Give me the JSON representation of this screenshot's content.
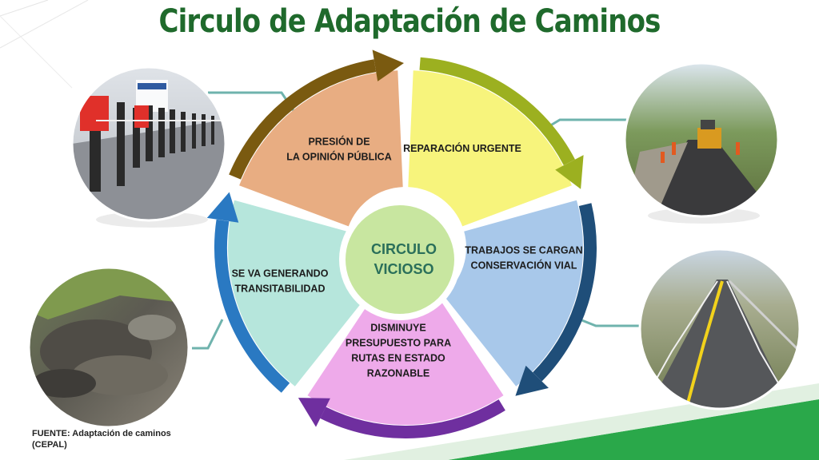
{
  "title": "Circulo de Adaptación de Caminos",
  "center": {
    "line1": "CIRCULO",
    "line2": "VICIOSO"
  },
  "segments": [
    {
      "lines": [
        "PRESIÓN DE",
        "LA OPINIÓN PÚBLICA"
      ],
      "fill": "#f7f47c",
      "arrow": "#9cb020"
    },
    {
      "lines": [
        "REPARACIÓN URGENTE"
      ],
      "fill": "#a8c8ea",
      "arrow": "#1f4e79"
    },
    {
      "lines": [
        "TRABAJOS SE CARGAN",
        "CONSERVACIÓN VIAL"
      ],
      "fill": "#eeaaea",
      "arrow": "#6f2f9f"
    },
    {
      "lines": [
        "DISMINUYE",
        "PRESUPUESTO PARA",
        "RUTAS EN ESTADO",
        "RAZONABLE"
      ],
      "fill": "#b6e6dc",
      "arrow": "#2a79c2"
    },
    {
      "lines": [
        "SE VA GENERANDO",
        "TRANSITABILIDAD"
      ],
      "fill": "#e8ad82",
      "arrow": "#7a5a10"
    }
  ],
  "source": {
    "line1": "FUENTE: Adaptación de caminos",
    "line2": "(CEPAL)"
  },
  "colors": {
    "title": "#1f6a2c",
    "center_fill": "#c8e6a0",
    "connector": "#6fb3ad",
    "green_band": "#2aa84a"
  }
}
